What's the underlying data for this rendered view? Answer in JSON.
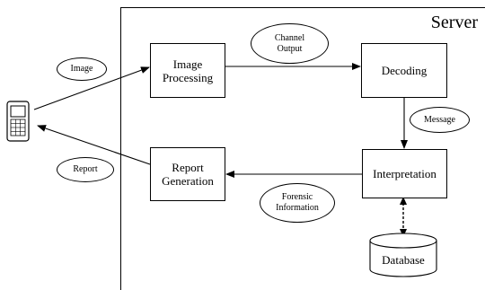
{
  "server": {
    "label": "Server"
  },
  "boxes": {
    "image_processing": "Image\nProcessing",
    "decoding": "Decoding",
    "report_generation": "Report\nGeneration",
    "interpretation": "Interpretation",
    "database": "Database"
  },
  "labels": {
    "image": "Image",
    "report": "Report",
    "channel_output": "Channel\nOutput",
    "message": "Message",
    "forensic_information": "Forensic\nInformation"
  },
  "icons": {
    "phone": "mobile-phone-icon"
  }
}
